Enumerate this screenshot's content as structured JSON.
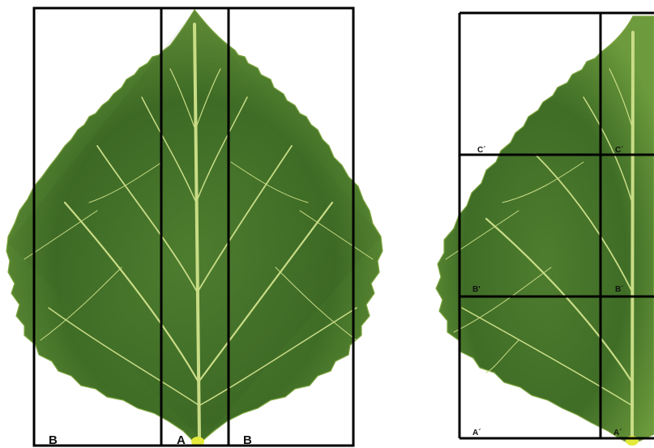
{
  "colors": {
    "leaf_dark": "#2f5a1d",
    "leaf_mid": "#4f7f2e",
    "leaf_light": "#6e9a3e",
    "vein": "#cfe08e",
    "petiole": "#e5ea3c",
    "frame": "#000000",
    "background": "#ffffff"
  },
  "left_panel": {
    "labels": {
      "left_b": "B",
      "center_a": "A",
      "right_b": "B"
    }
  },
  "right_panel": {
    "labels": {
      "row_top_left": "C´",
      "row_top_center": "C´",
      "row_mid_left": "B'",
      "row_mid_center": "B´",
      "row_bottom_left": "A´",
      "row_bottom_center": "A´"
    }
  }
}
